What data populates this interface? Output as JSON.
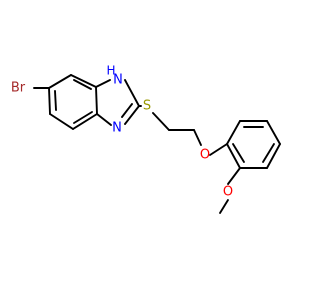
{
  "molecule": {
    "atoms": {
      "br": {
        "text": "Br",
        "color": "#a52a2a"
      },
      "nh": {
        "text": "H",
        "color": "#0000ff"
      },
      "n_top": {
        "text": "N",
        "color": "#0000ff"
      },
      "n_bottom": {
        "text": "N",
        "color": "#0000ff"
      },
      "s": {
        "text": "S",
        "color": "#999900"
      },
      "o_ether": {
        "text": "O",
        "color": "#ff0000"
      },
      "o_methoxy": {
        "text": "O",
        "color": "#ff0000"
      }
    }
  }
}
